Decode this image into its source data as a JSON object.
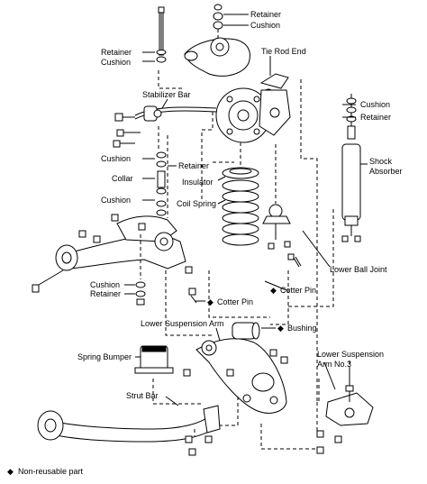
{
  "labels": {
    "retainer_top": "Retainer",
    "cushion_top": "Cushion",
    "tie_rod_end": "Tie Rod End",
    "retainer_left": "Retainer",
    "cushion_left": "Cushion",
    "stabilizer_bar": "Stabilizer Bar",
    "cushion_right": "Cushion",
    "retainer_right": "Retainer",
    "shock_absorber_1": "Shock",
    "shock_absorber_2": "Absorber",
    "cushion_mid": "Cushion",
    "retainer_mid": "Retainer",
    "collar": "Collar",
    "insulator": "Insulator",
    "cushion_mid2": "Cushion",
    "coil_spring": "Coil Spring",
    "lower_ball_joint": "Lower Ball Joint",
    "cushion_low": "Cushion",
    "retainer_low": "Retainer",
    "cotter_pin_1": "Cotter Pin",
    "cotter_pin_2": "Cotter Pin",
    "lower_suspension_arm": "Lower Suspension Arm",
    "bushing": "Bushing",
    "spring_bumper": "Spring Bumper",
    "lower_suspension_arm_no3_1": "Lower Suspension",
    "lower_suspension_arm_no3_2": "Arm No.3",
    "strut_bar": "Strut Bar"
  },
  "legend": {
    "symbol": "◆",
    "text": "Non-reusable part"
  },
  "non_reusable_marker": "◆"
}
